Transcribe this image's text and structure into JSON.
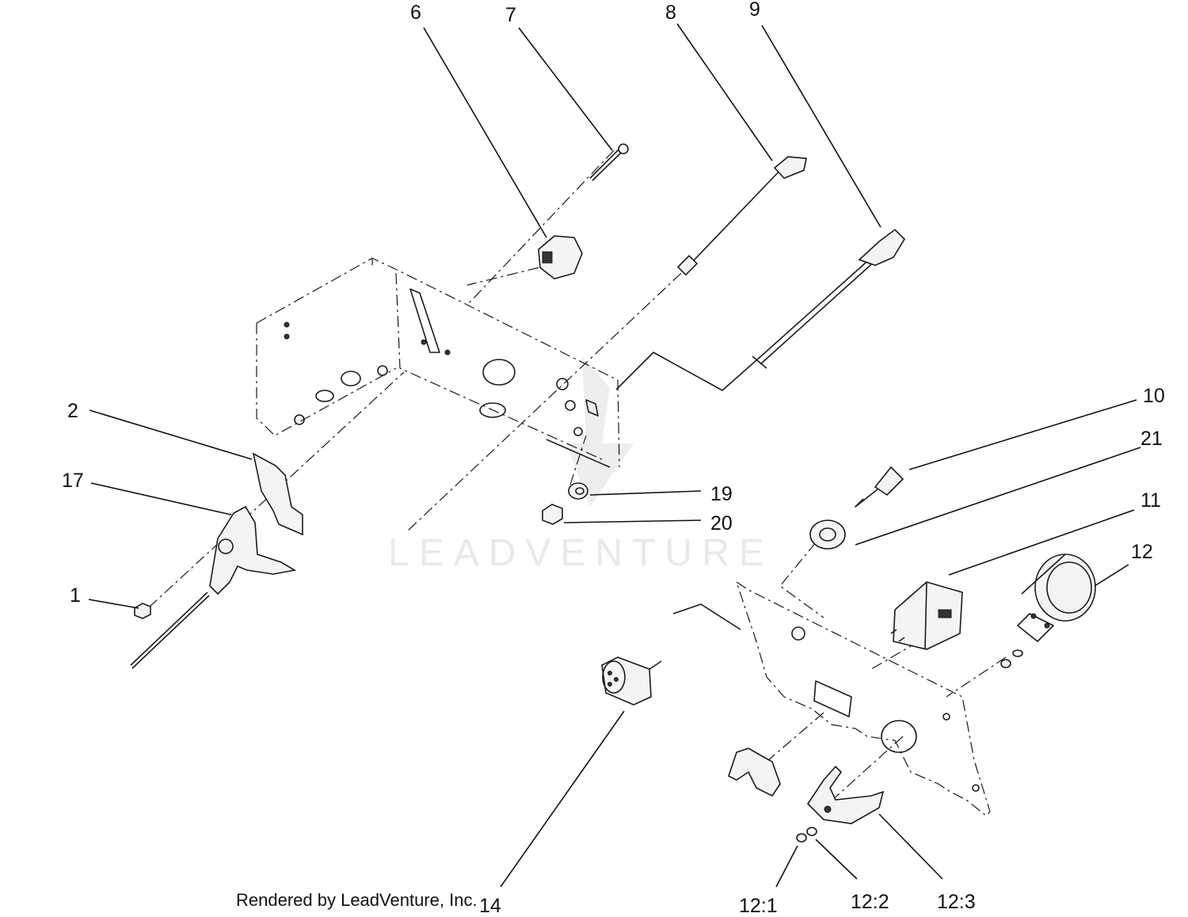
{
  "callouts": [
    {
      "id": "1",
      "label": "1"
    },
    {
      "id": "2",
      "label": "2"
    },
    {
      "id": "6",
      "label": "6"
    },
    {
      "id": "7",
      "label": "7"
    },
    {
      "id": "8",
      "label": "8"
    },
    {
      "id": "9",
      "label": "9"
    },
    {
      "id": "10",
      "label": "10"
    },
    {
      "id": "11",
      "label": "11"
    },
    {
      "id": "12",
      "label": "12"
    },
    {
      "id": "12-1",
      "label": "12:1"
    },
    {
      "id": "12-2",
      "label": "12:2"
    },
    {
      "id": "12-3",
      "label": "12:3"
    },
    {
      "id": "14",
      "label": "14"
    },
    {
      "id": "17",
      "label": "17"
    },
    {
      "id": "19",
      "label": "19"
    },
    {
      "id": "20",
      "label": "20"
    },
    {
      "id": "21",
      "label": "21"
    }
  ],
  "watermark": "LEADVENTURE",
  "credit": "Rendered by LeadVenture, Inc.",
  "colors": {
    "ink": "#111111",
    "watermark": "#e9e9e9",
    "background": "#ffffff"
  }
}
